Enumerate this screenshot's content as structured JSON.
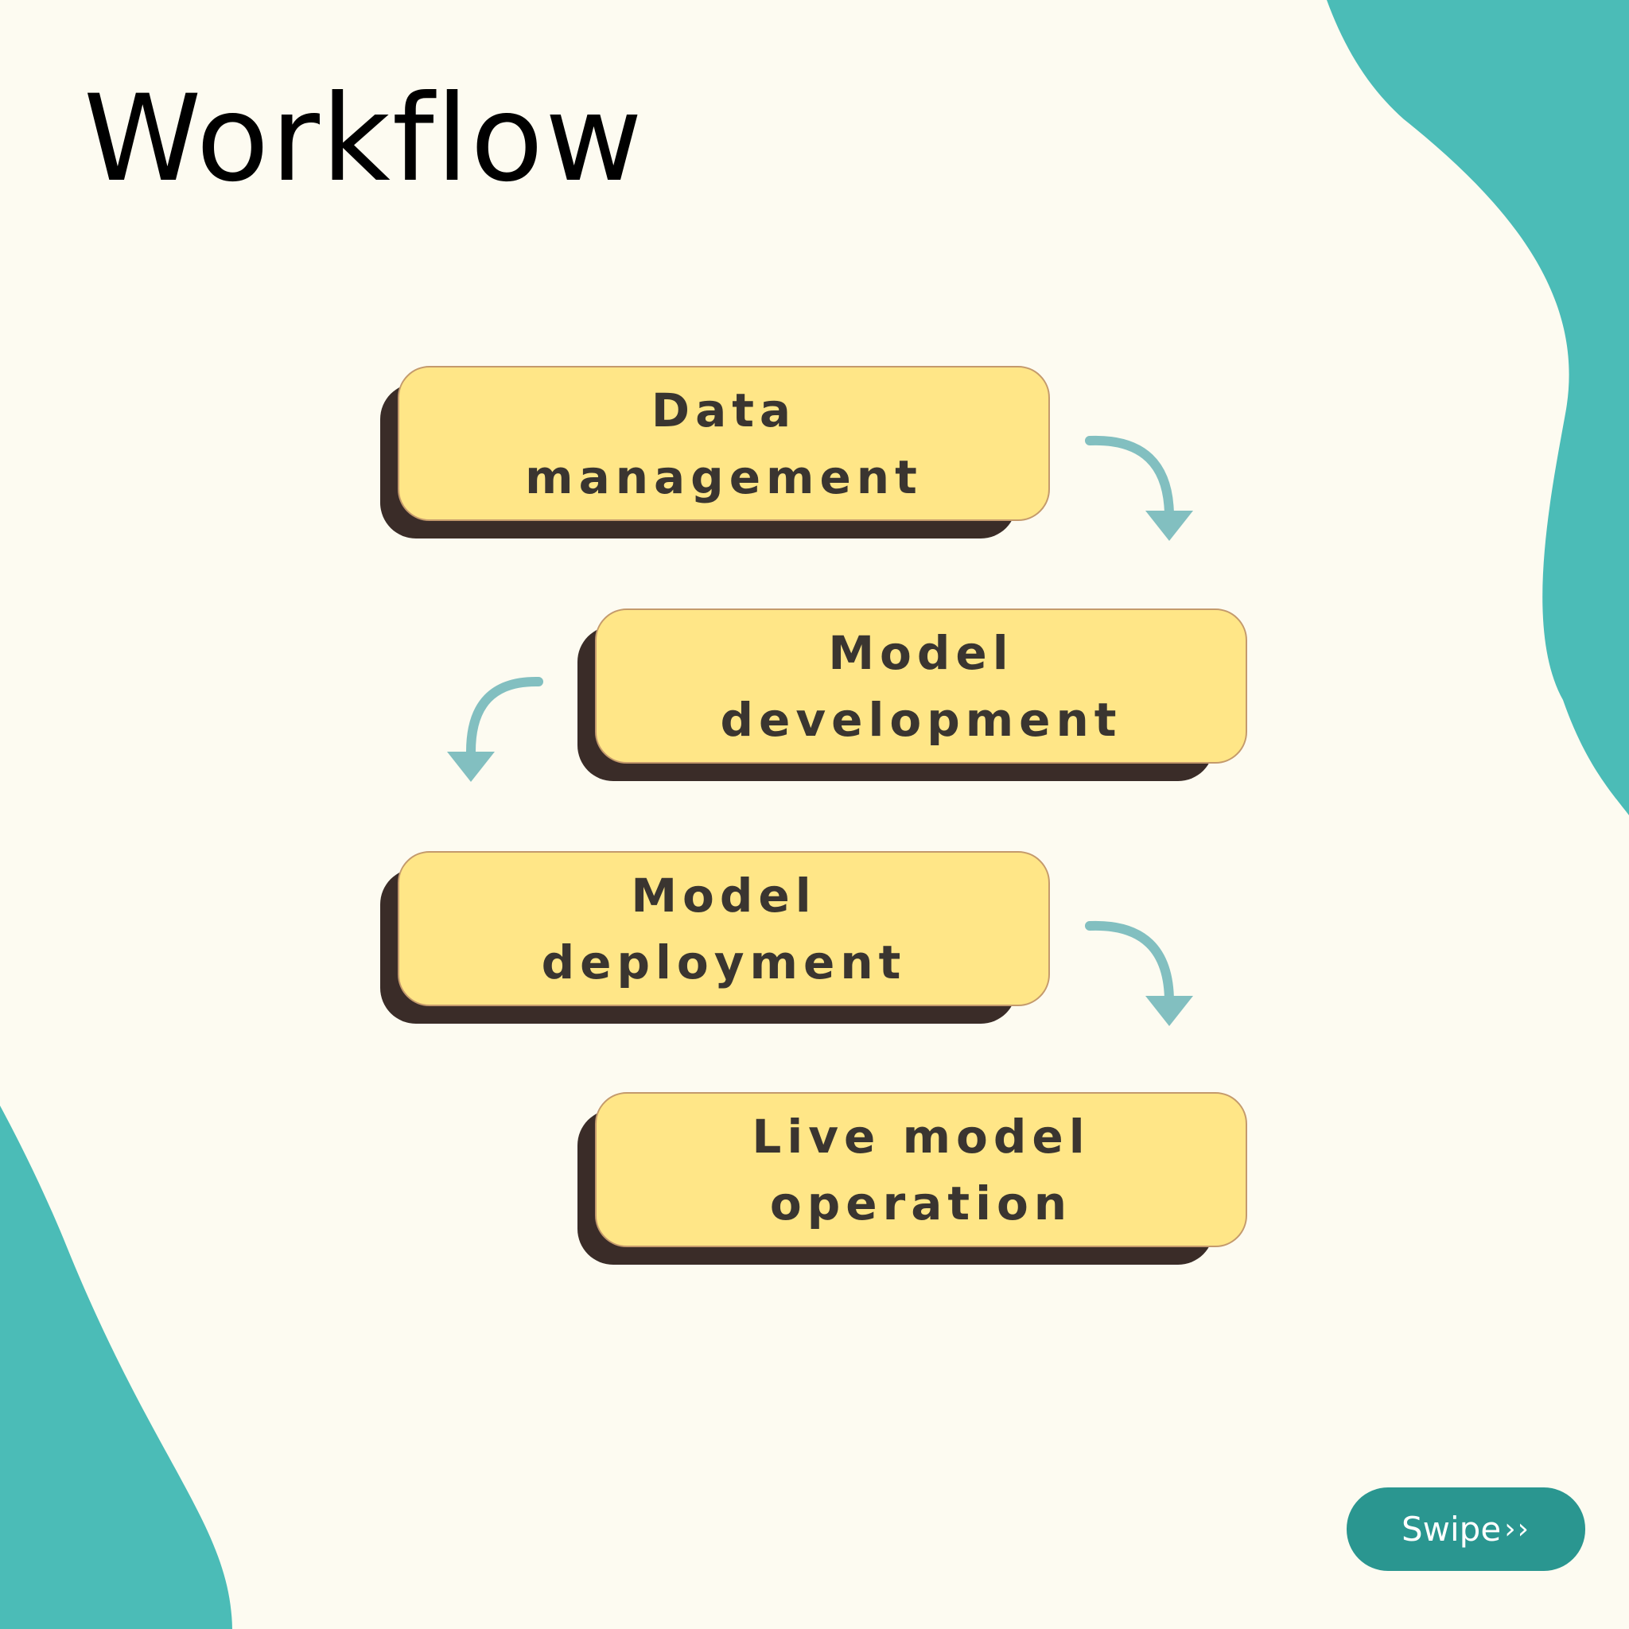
{
  "title": "Workflow",
  "steps": [
    {
      "label": "Data management"
    },
    {
      "label": "Model development"
    },
    {
      "label": "Model deployment"
    },
    {
      "label": "Live model operation"
    }
  ],
  "swipe": {
    "label": "Swipe",
    "chevrons": "››"
  },
  "colors": {
    "background": "#fdfbf1",
    "accent_teal": "#4bbcb7",
    "card_fill": "#ffe687",
    "card_shadow": "#3a2c28",
    "arrow": "#82bfc0",
    "button": "#2a9690"
  },
  "icons": {
    "arrow": "curved-arrow-down-icon",
    "chevron": "double-chevron-right-icon"
  }
}
